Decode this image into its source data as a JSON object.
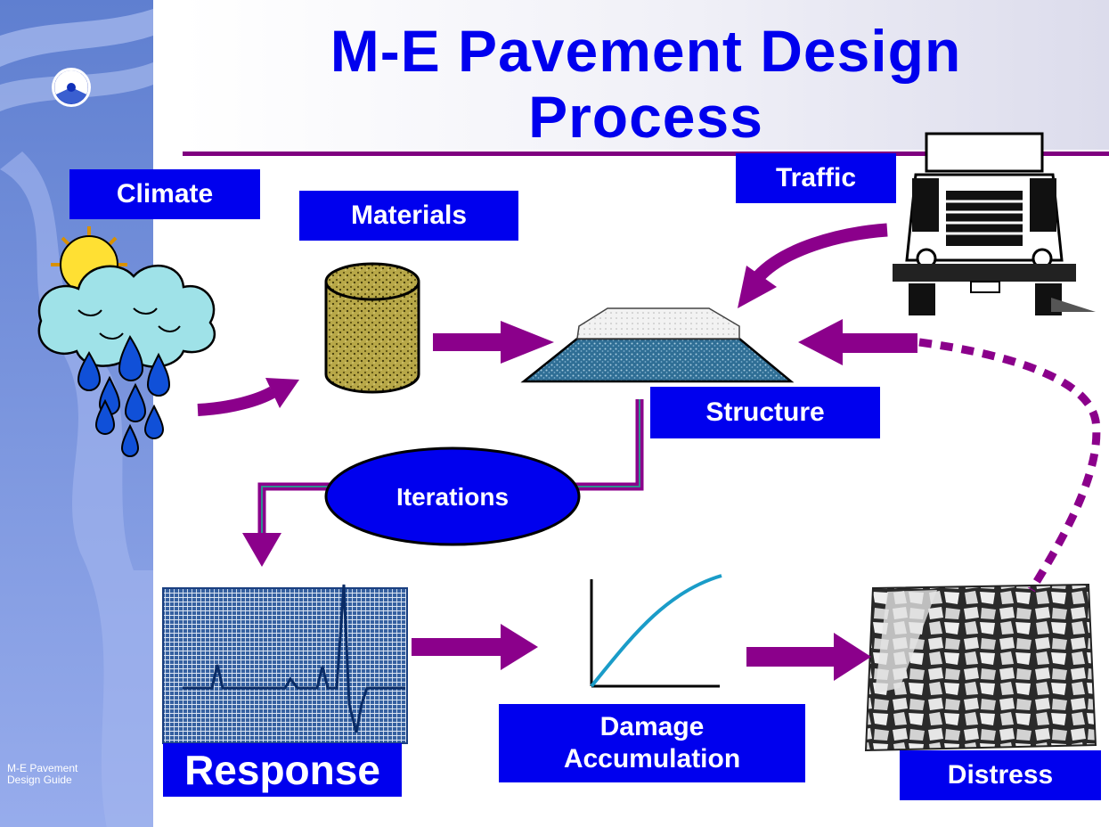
{
  "slide": {
    "title_line1": "M-E Pavement Design",
    "title_line2": "Process",
    "footer_line1": "M-E Pavement",
    "footer_line2": "Design Guide"
  },
  "nodes": {
    "climate": "Climate",
    "materials": "Materials",
    "traffic": "Traffic",
    "structure": "Structure",
    "iterations": "Iterations",
    "response": "Response",
    "damage_line1": "Damage",
    "damage_line2": "Accumulation",
    "distress": "Distress"
  },
  "colors": {
    "label_blue": "#0000ee",
    "arrow_purple": "#8b008b",
    "sidebar_blue": "#7f97d9"
  },
  "icons": [
    "dot-logo-icon",
    "weather-cloud-rain-icon",
    "material-cylinder-icon",
    "truck-icon",
    "pavement-section-icon",
    "response-waveform-icon",
    "damage-curve-icon",
    "cracked-pavement-icon"
  ]
}
